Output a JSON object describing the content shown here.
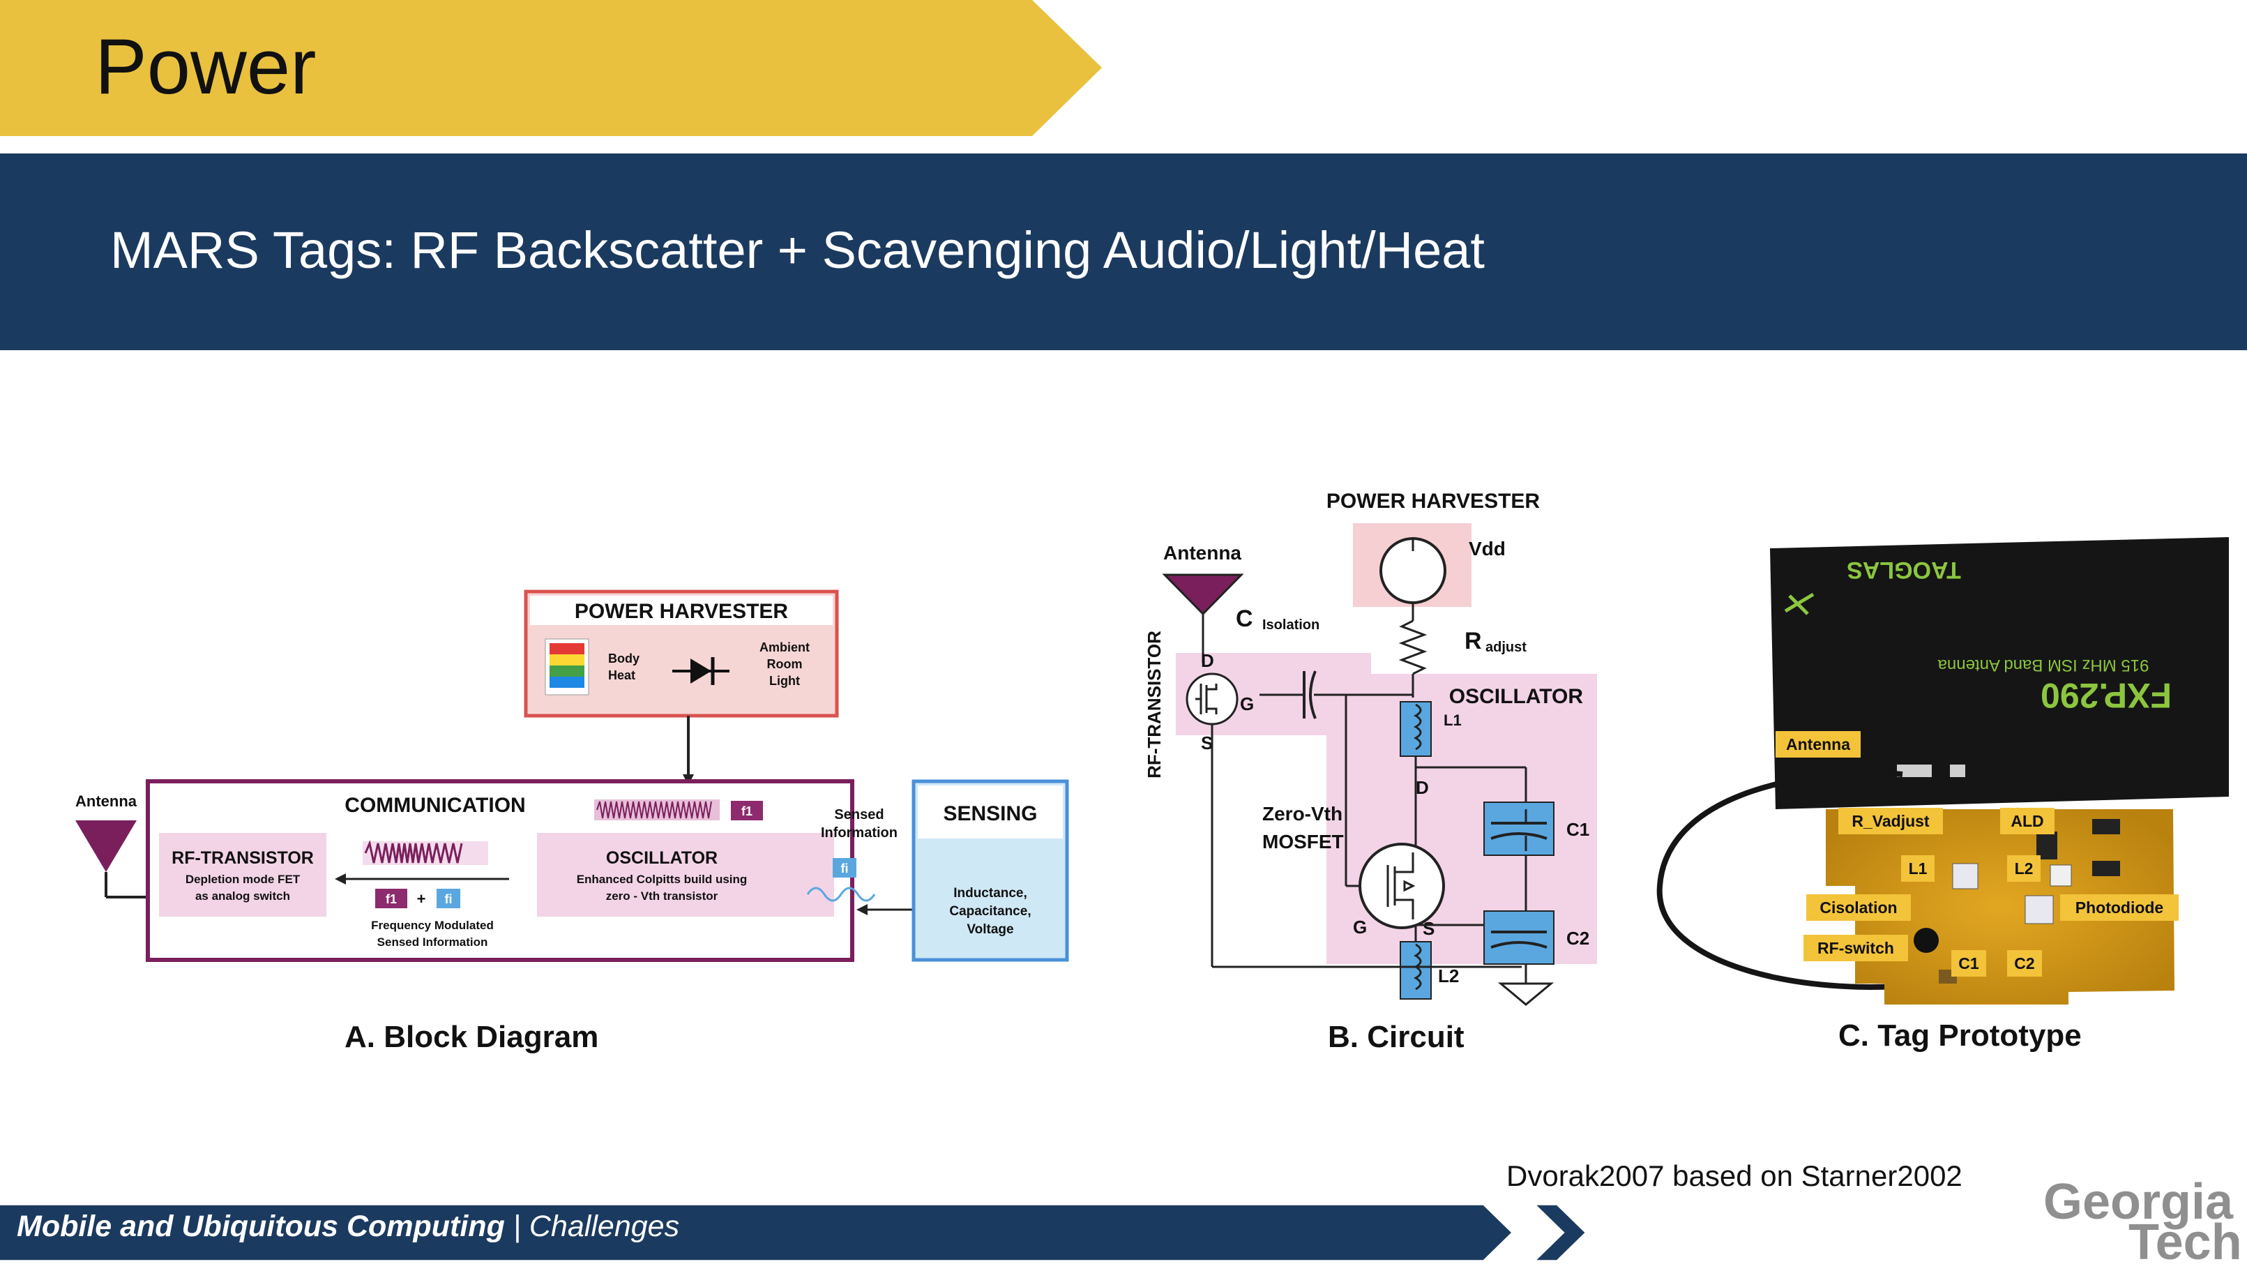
{
  "slide": {
    "title": "Power",
    "subtitle": "MARS Tags: RF Backscatter + Scavenging Audio/Light/Heat"
  },
  "colors": {
    "banner_yellow": "#e9c13f",
    "navy": "#1b3a5f",
    "magenta": "#7a1f5c",
    "pink": "#f3d4e6",
    "light_blue": "#cfe8f6",
    "label_yellow": "#f3c33a"
  },
  "block_diagram": {
    "caption": "A.  Block Diagram",
    "antenna": "Antenna",
    "power_harvester": "POWER HARVESTER",
    "body_heat": [
      "Body",
      "Heat"
    ],
    "ambient_light": [
      "Ambient",
      "Room",
      "Light"
    ],
    "communication": "COMMUNICATION",
    "rf_transistor": "RF-TRANSISTOR",
    "rf_transistor_desc": [
      "Depletion mode FET",
      "as analog switch"
    ],
    "oscillator": "OSCILLATOR",
    "oscillator_desc": [
      "Enhanced Colpitts build using",
      "zero - Vth transistor"
    ],
    "fm_label": [
      "Frequency Modulated",
      "Sensed Information"
    ],
    "f1": "f1",
    "fi": "fi",
    "plus": "+",
    "sensed_info": [
      "Sensed",
      "Information"
    ],
    "sensing": "SENSING",
    "sensing_desc": [
      "Inductance,",
      "Capacitance,",
      "Voltage"
    ]
  },
  "circuit": {
    "caption": "B.  Circuit",
    "power_harvester": "POWER HARVESTER",
    "vdd": "Vdd",
    "antenna": "Antenna",
    "c": "C",
    "isolation": "Isolation",
    "r": "R",
    "adjust": "adjust",
    "rf_transistor": "RF-TRANSISTOR",
    "d": "D",
    "g": "G",
    "s": "S",
    "l1": "L1",
    "l2": "L2",
    "c1": "C1",
    "c2": "C2",
    "oscillator": "OSCILLATOR",
    "zero_vth": "Zero-Vth",
    "mosfet": "MOSFET"
  },
  "prototype": {
    "caption": "C.  Tag Prototype",
    "brand": "TAOGLAS",
    "model": "FXP.290",
    "band_text": "915 MHz ISM Band Antenna",
    "labels": {
      "antenna": "Antenna",
      "r_vadjust": "R_Vadjust",
      "ald": "ALD",
      "l1": "L1",
      "l2": "L2",
      "cisolation": "Cisolation",
      "photodiode": "Photodiode",
      "rf_switch": "RF-switch",
      "c1": "C1",
      "c2": "C2"
    }
  },
  "footer": {
    "course": "Mobile and Ubiquitous Computing",
    "separator": " | ",
    "section": "Challenges",
    "credit": "Dvorak2007 based on Starner2002",
    "logo_line1": "Georgia",
    "logo_line2": "Tech"
  }
}
